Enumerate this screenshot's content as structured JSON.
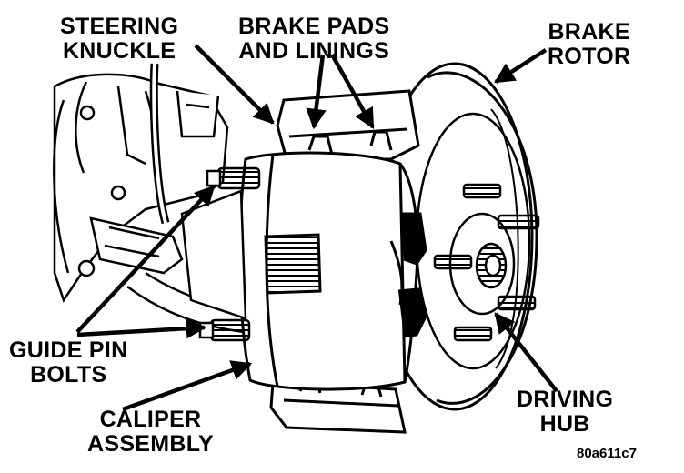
{
  "labels": {
    "steering_knuckle": [
      "STEERING",
      "KNUCKLE"
    ],
    "brake_pads": [
      "BRAKE PADS",
      "AND LININGS"
    ],
    "brake_rotor": [
      "BRAKE",
      "ROTOR"
    ],
    "guide_pin": [
      "GUIDE PIN",
      "BOLTS"
    ],
    "caliper": [
      "CALIPER",
      "ASSEMBLY"
    ],
    "driving_hub": [
      "DRIVING",
      "HUB"
    ]
  },
  "figure_code": "80a611c7",
  "colors": {
    "ink": "#000000",
    "paper": "#ffffff"
  }
}
